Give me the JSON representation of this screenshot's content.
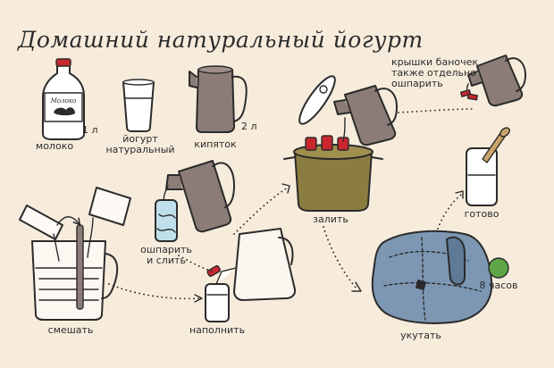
{
  "title": "Домашний натуральный йогурт",
  "ingredients": {
    "milk": {
      "label": "молоко",
      "bottle_text": "Молоко",
      "volume": "1 л"
    },
    "yogurt": {
      "label": "йогурт\nнатуральный"
    },
    "water": {
      "label": "кипяток",
      "volume": "2 л"
    }
  },
  "steps": {
    "scald": "ошпарить\nи слить",
    "mix": "смешать",
    "fill": "наполнить",
    "pour": "залить",
    "lids_note": "крышки баночек\nтакже отдельно\nошпарить",
    "wrap": "укутать",
    "time": "8 часов",
    "done": "готово"
  },
  "colors": {
    "background": "#f7ecdc",
    "kettle": "#8c7c78",
    "pot": "#8b7d3f",
    "blanket": "#7d97b3",
    "jar_lid": "#c9262e",
    "liquid": "#ffffff",
    "clock": "#5fa546",
    "jar_glass": "#bfe0ea"
  }
}
